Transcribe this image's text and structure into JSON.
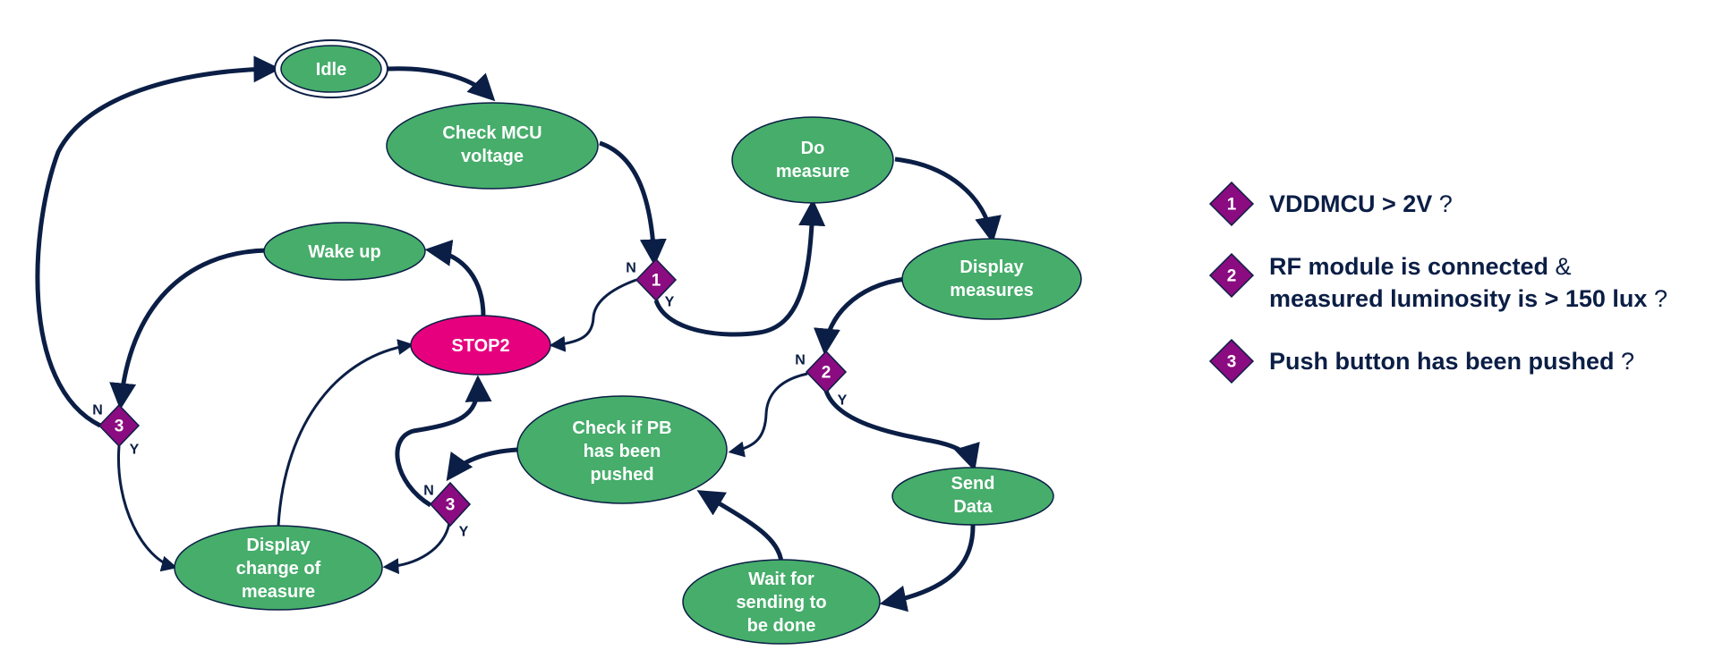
{
  "colors": {
    "state_fill": "#46ad6b",
    "stop_fill": "#e6007e",
    "decision_fill": "#8a0c80",
    "arrow": "#0b1e45",
    "text_dark": "#0b1e45"
  },
  "states": {
    "idle": "Idle",
    "check_mcu": [
      "Check MCU",
      "voltage"
    ],
    "do_measure": [
      "Do",
      "measure"
    ],
    "display_measures": [
      "Display",
      "measures"
    ],
    "wake_up": "Wake up",
    "stop2": "STOP2",
    "check_pb": [
      "Check if PB",
      "has been",
      "pushed"
    ],
    "send_data": [
      "Send",
      "Data"
    ],
    "display_change": [
      "Display",
      "change of",
      "measure"
    ],
    "wait_sending": [
      "Wait for",
      "sending to",
      "be done"
    ]
  },
  "decisions": {
    "d1": "1",
    "d2": "2",
    "d3_left": "3",
    "d3_center": "3"
  },
  "branch_labels": {
    "no": "N",
    "yes": "Y"
  },
  "legend": [
    {
      "num": "1",
      "bold": "VDDMCU > 2V",
      "rest": " ?"
    },
    {
      "num": "2",
      "line1_bold": "RF module is connected",
      "line1_rest": " &",
      "line2_bold": "measured luminosity is > 150 lux",
      "line2_rest": " ?"
    },
    {
      "num": "3",
      "bold": "Push button has been pushed",
      "rest": " ?"
    }
  ]
}
